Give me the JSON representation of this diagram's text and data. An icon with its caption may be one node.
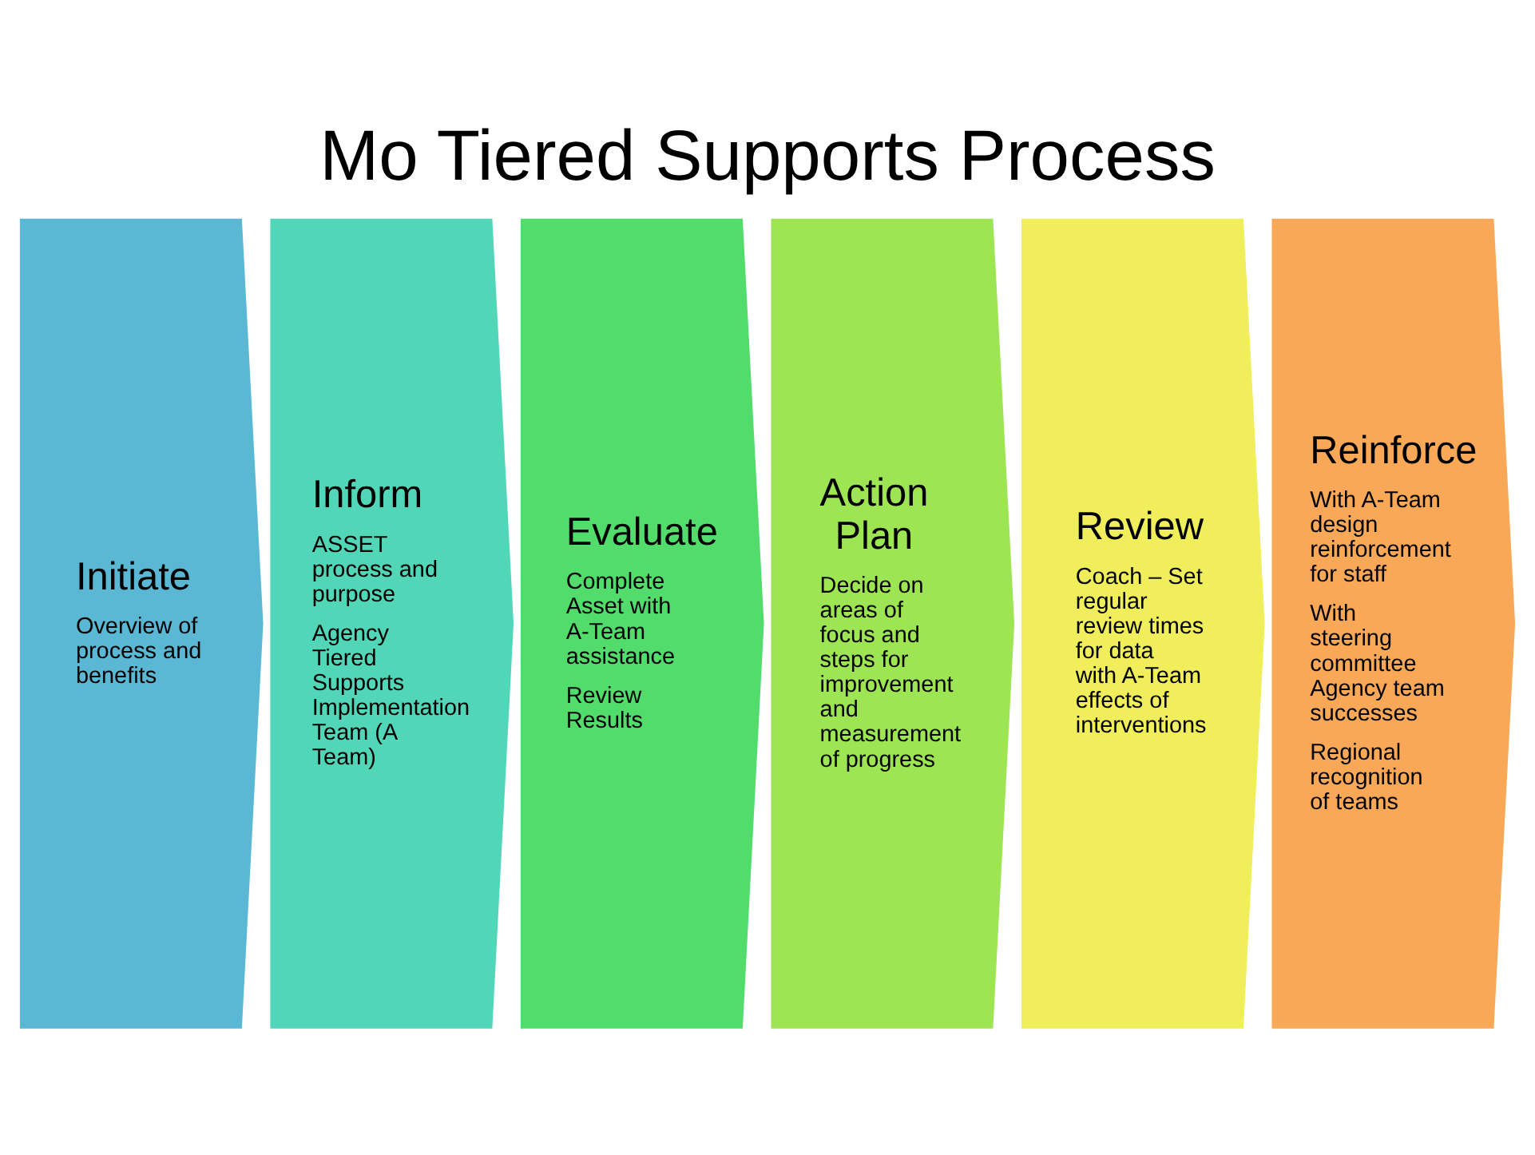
{
  "diagram": {
    "title": "Mo Tiered Supports Process",
    "nodes": [
      {
        "text": [
          "Initiate",
          "Overview of process and benefits"
        ]
      },
      {
        "text": [
          "Inform",
          "ASSET process and purpose",
          "Agency Tiered Supports Implementation Team (A Team)"
        ]
      },
      {
        "text": [
          "Evaluate",
          "Complete Asset with A-Team assistance",
          "Review Results"
        ]
      },
      {
        "text": [
          "Action Plan",
          "Decide on areas of focus and steps for improvement and measurement of progress"
        ]
      },
      {
        "text": [
          "Review",
          "Coach – Set regular review times for data with A-Team effects of interventions"
        ]
      },
      {
        "text": [
          "Reinforce",
          "With A-Team design reinforcement for staff",
          "With steering committee Agency team successes",
          "Regional recognition of teams"
        ]
      }
    ],
    "edges": []
  }
}
